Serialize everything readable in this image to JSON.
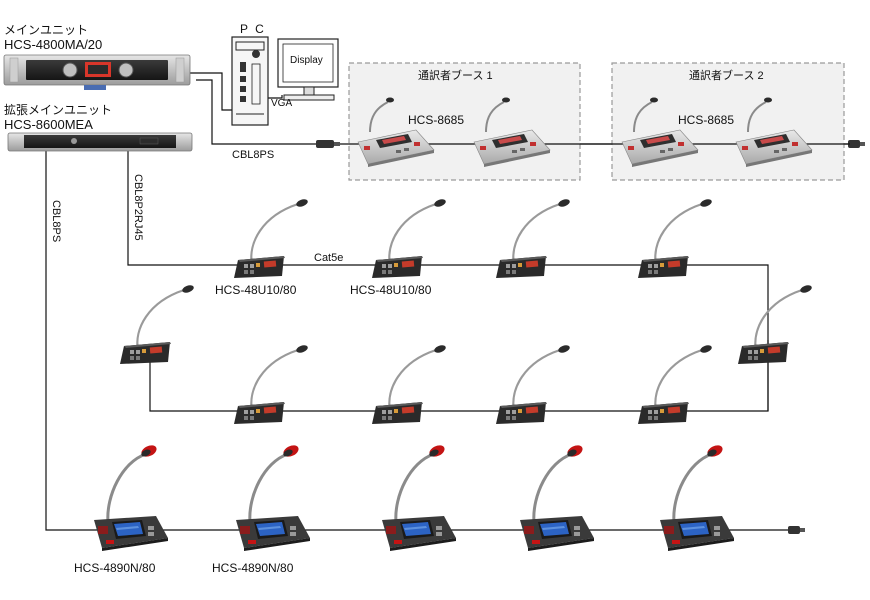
{
  "main_unit": {
    "name": "メインユニット",
    "model": "HCS-4800MA/20"
  },
  "ext_unit": {
    "name": "拡張メインユニット",
    "model": "HCS-8600MEA"
  },
  "pc": {
    "label": "P C",
    "display_label": "Display",
    "vga_label": "VGA"
  },
  "booths": [
    {
      "title": "通訳者ブース 1",
      "model": "HCS-8685"
    },
    {
      "title": "通訳者ブース 2",
      "model": "HCS-8685"
    }
  ],
  "cables": {
    "cbl8ps_booth": "CBL8PS",
    "cbl8p2rj45": "CBL8P2RJ45",
    "cbl8ps_left": "CBL8PS",
    "cat5e": "Cat5e"
  },
  "delegate_labels": [
    "HCS-48U10/80",
    "HCS-48U10/80"
  ],
  "chairman_labels": [
    "HCS-4890N/80",
    "HCS-4890N/80"
  ],
  "colors": {
    "line": "#111111",
    "booth_border": "#9a9a9a",
    "booth_fill": "#f1f1f1",
    "mic_tip_red": "#c41414"
  }
}
